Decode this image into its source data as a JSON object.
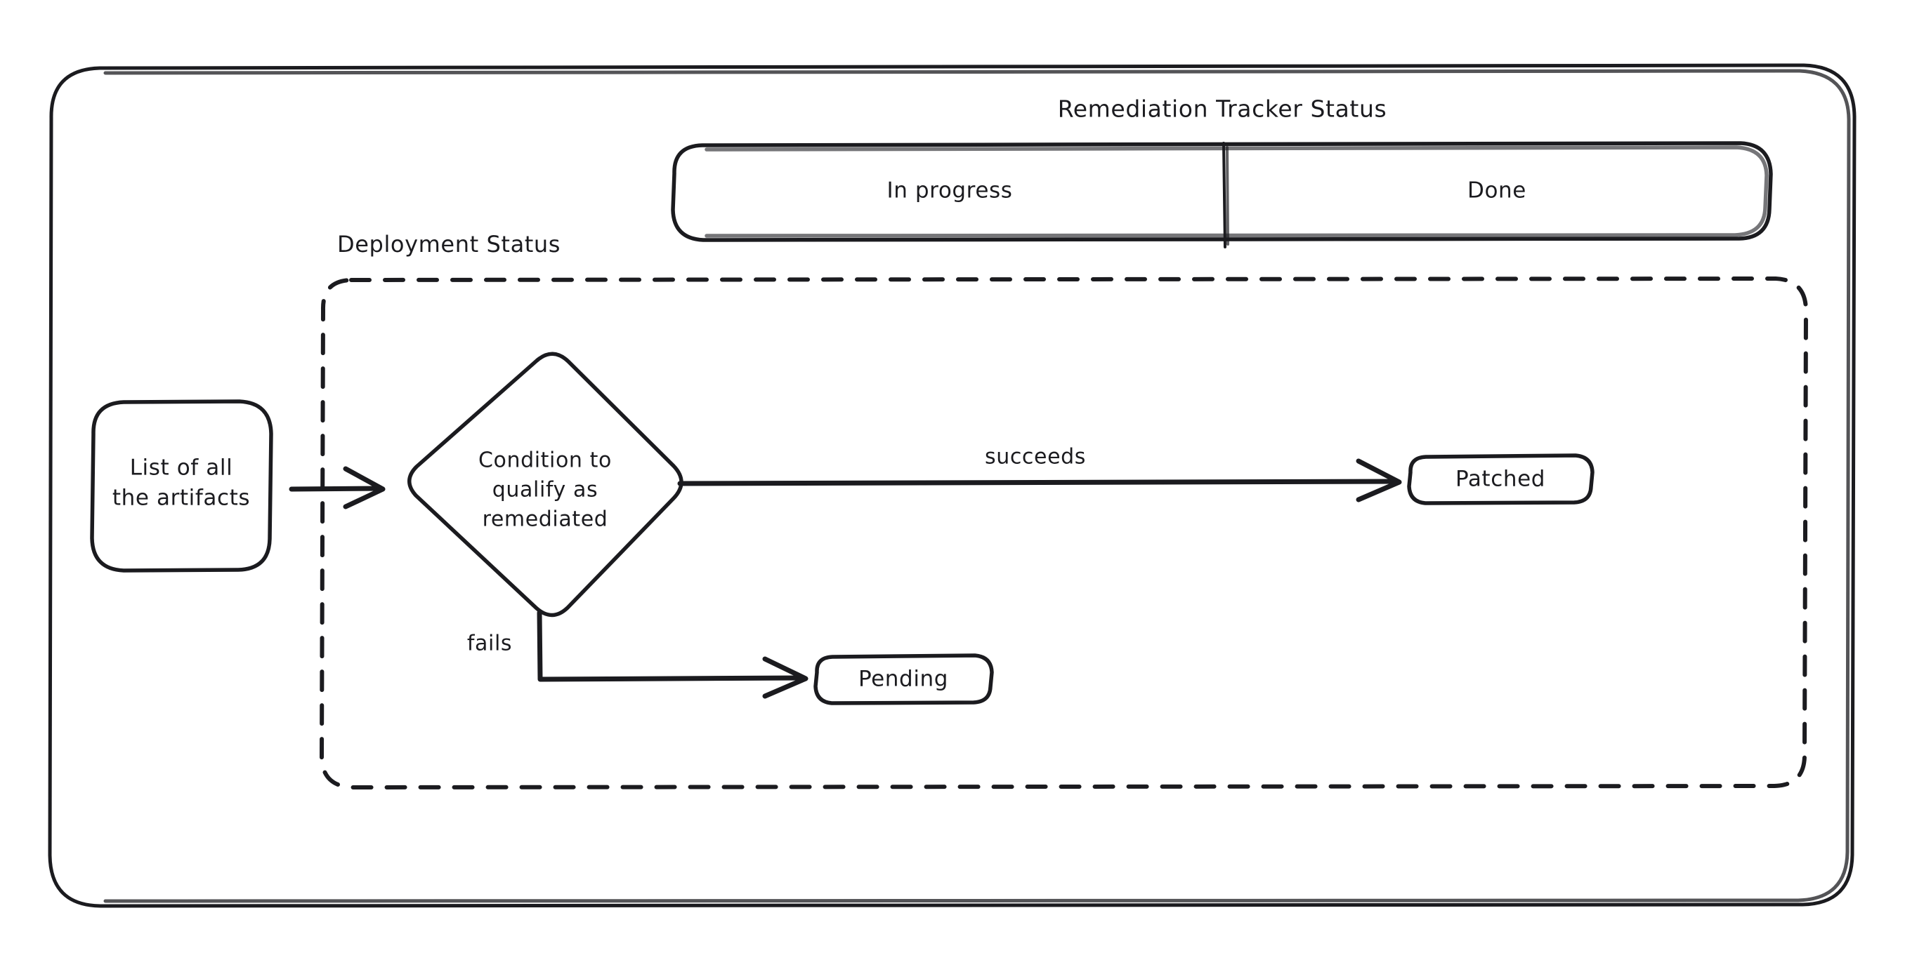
{
  "diagram": {
    "title": "Remediation Tracker Status",
    "outer_frame": {
      "name": "remediation-tracker-frame"
    },
    "tracker_bar": {
      "cells": [
        {
          "label": "In progress"
        },
        {
          "label": "Done"
        }
      ]
    },
    "group": {
      "label": "Deployment Status",
      "style": "dashed"
    },
    "nodes": [
      {
        "id": "artifacts",
        "label_lines": [
          "List of all",
          "the artifacts"
        ],
        "shape": "rounded-rect"
      },
      {
        "id": "condition",
        "label_lines": [
          "Condition to",
          "qualify as",
          "remediated"
        ],
        "shape": "diamond"
      },
      {
        "id": "patched",
        "label_lines": [
          "Patched"
        ],
        "shape": "rounded-rect"
      },
      {
        "id": "pending",
        "label_lines": [
          "Pending"
        ],
        "shape": "rounded-rect"
      }
    ],
    "edges": [
      {
        "from": "artifacts",
        "to": "condition",
        "label": ""
      },
      {
        "from": "condition",
        "to": "patched",
        "label": "succeeds"
      },
      {
        "from": "condition",
        "to": "pending",
        "label": "fails"
      }
    ],
    "colors": {
      "stroke": "#1b1b1f",
      "background": "#ffffff"
    }
  }
}
